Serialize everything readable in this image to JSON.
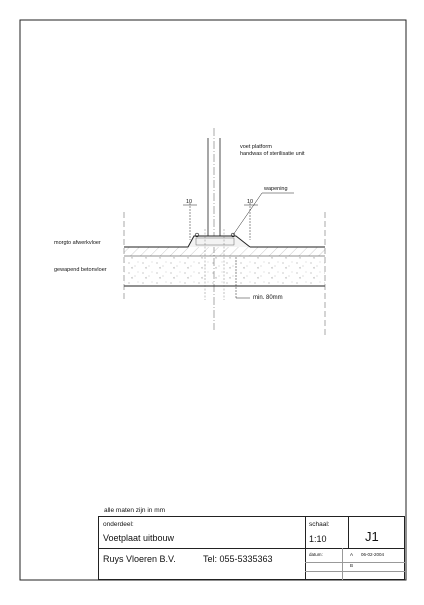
{
  "labels": {
    "platform_line1": "voet platform",
    "platform_line2": "handwas of sterilisatie unit",
    "wapening": "wapening",
    "dim_left": "10",
    "dim_right": "10",
    "mortel": "morgto afwerkvloer",
    "beton": "gewapend betonvloer",
    "min": "min. 80mm"
  },
  "footer_note": "alle maten zijn in mm",
  "title_block": {
    "onderdeel_label": "onderdeel:",
    "onderdeel_value": "Voetplaat  uitbouw",
    "schaal_label": "schaal:",
    "schaal_value": "1:10",
    "drawing_no": "J1",
    "company": "Ruys Vloeren B.V.",
    "tel": "Tel: 055-5335363",
    "datum_label": "datum:",
    "rev_a": "A",
    "date_a": "06-02-2004",
    "rev_b": "B"
  }
}
